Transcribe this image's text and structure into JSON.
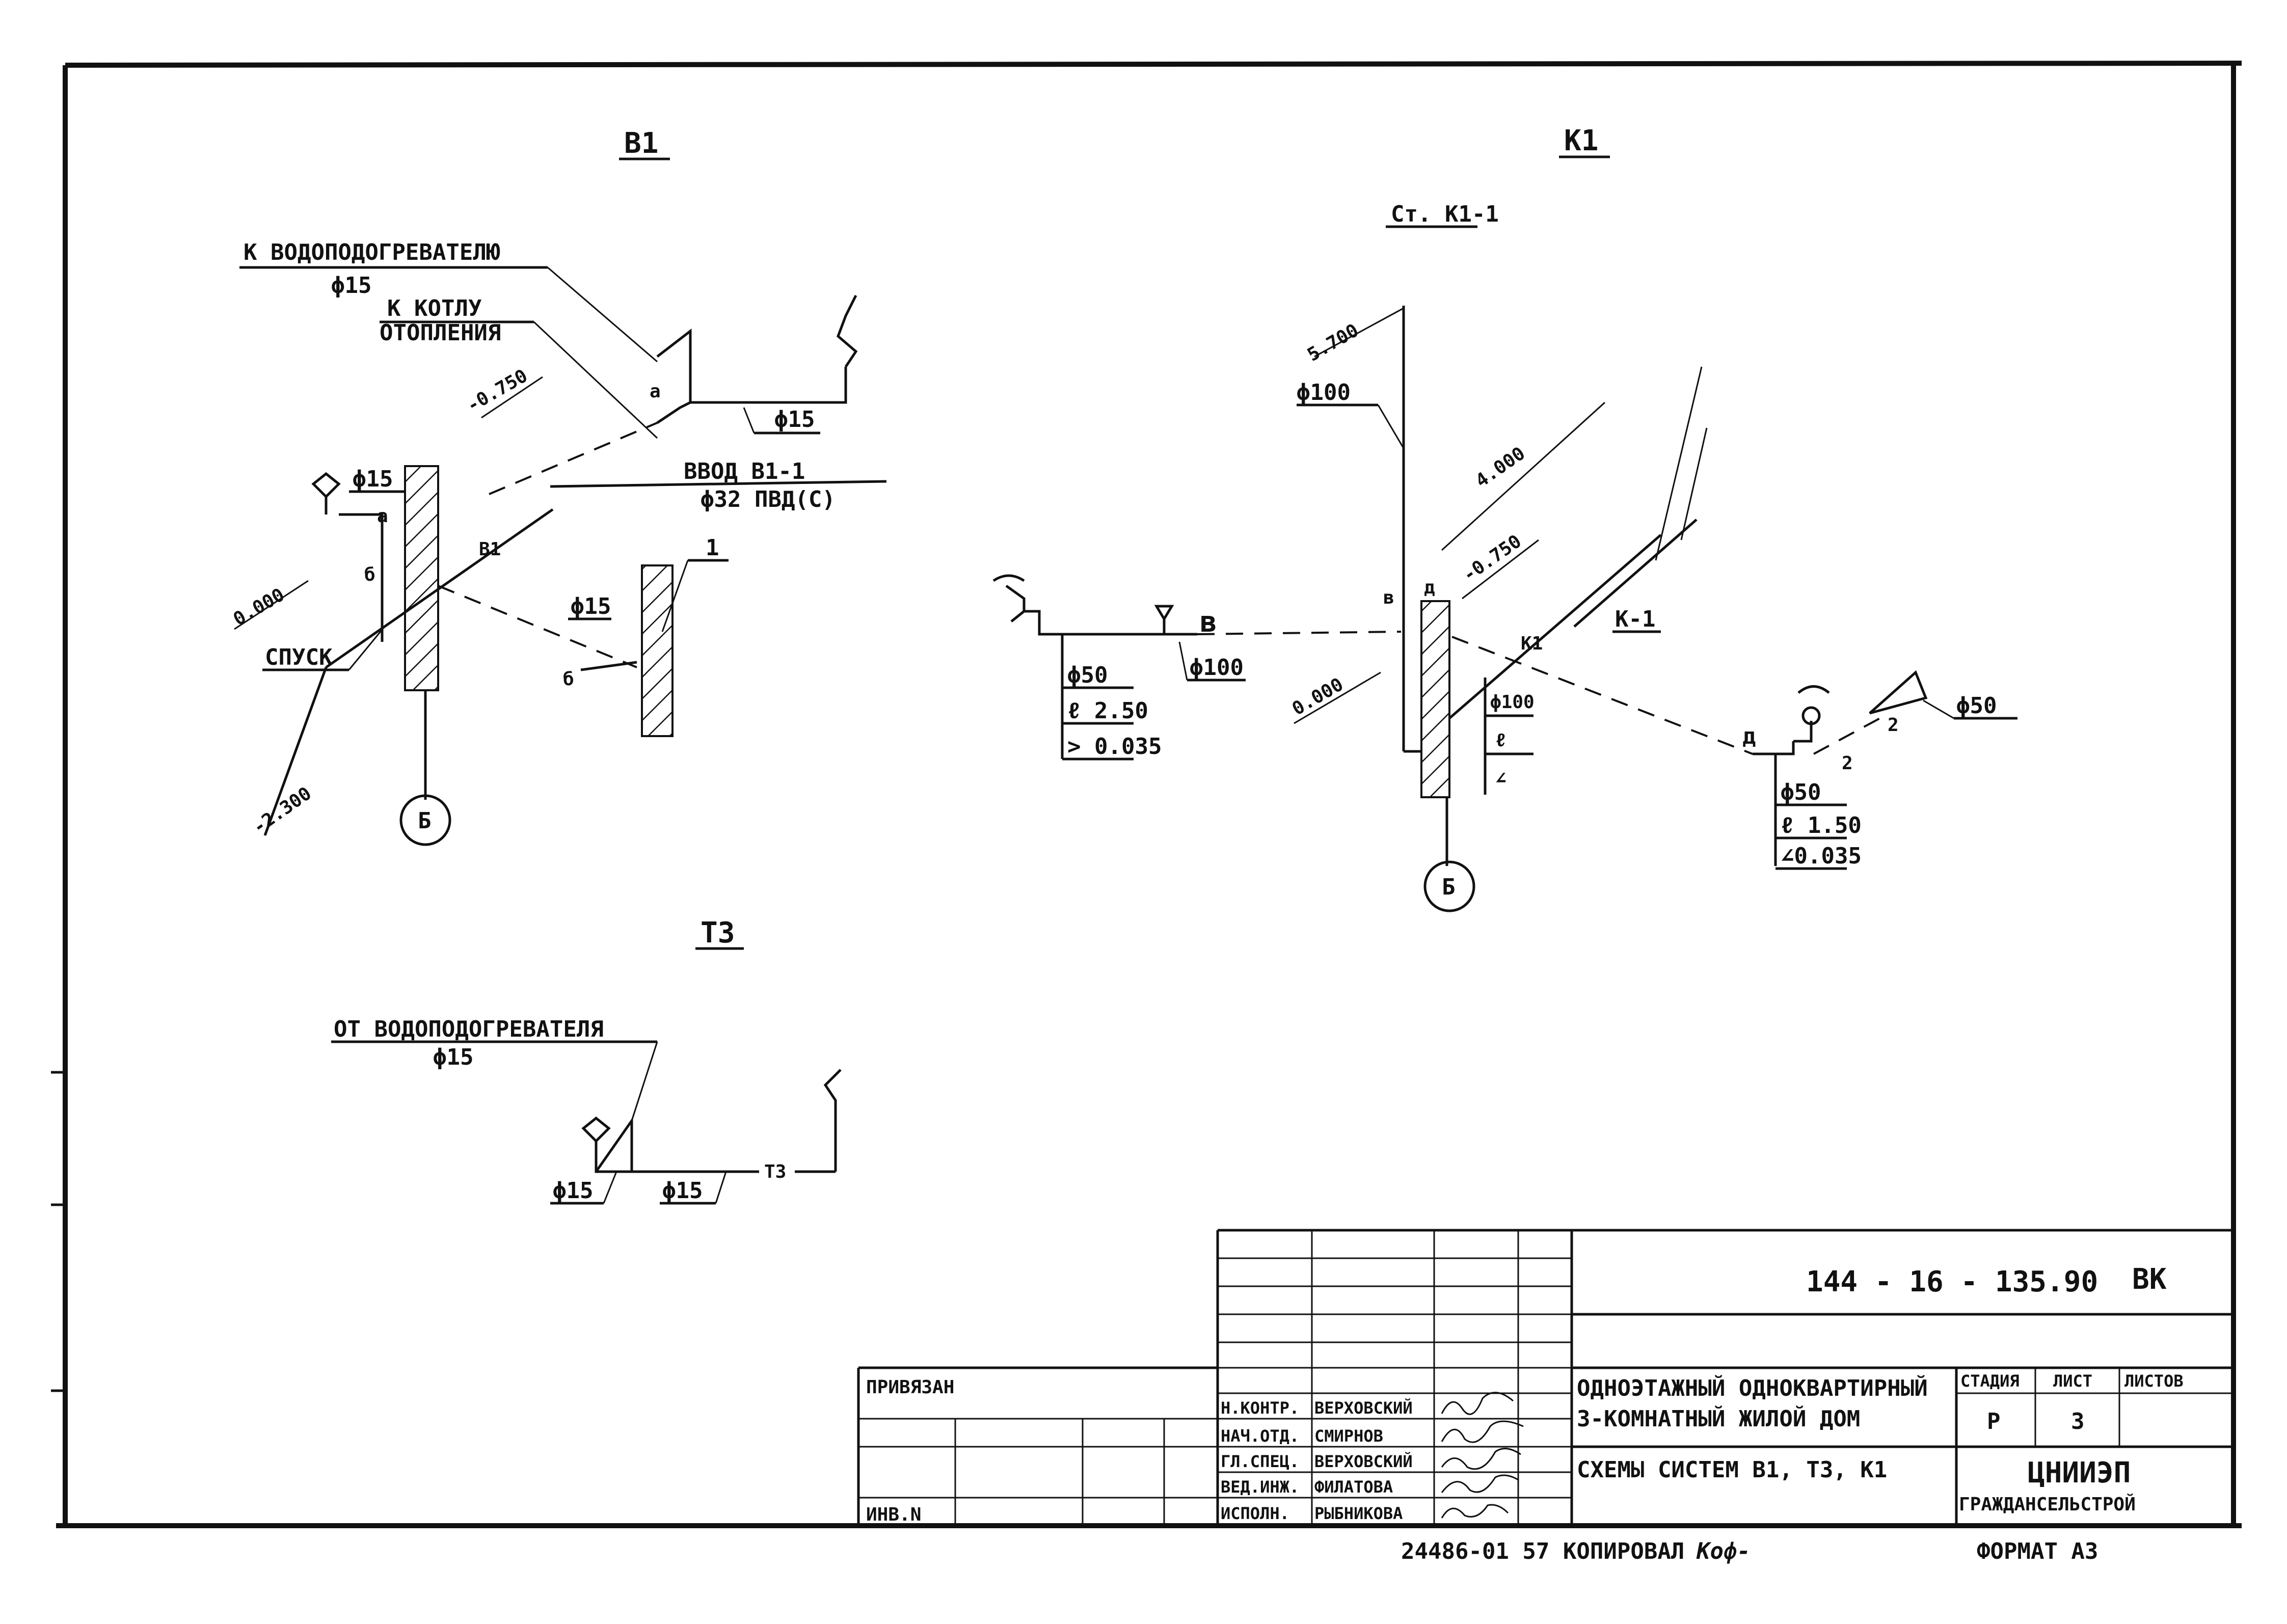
{
  "schemes": {
    "b1": {
      "title": "B1",
      "label_heater": "К ВОДОПОДОГРЕВАТЕЛЮ",
      "label_heater_dia": "ϕ15",
      "label_boiler_1": "К КОТЛУ",
      "label_boiler_2": "ОТОПЛЕНИЯ",
      "level_top": "-0.750",
      "input_label": "ВВОД В1-1",
      "input_dia": "ϕ32 ПВД(С)",
      "dia_a": "ϕ15",
      "dia_b": "ϕ15",
      "dia_c": "ϕ15",
      "level_zero": "0.000",
      "drain": "СПУСК",
      "level_bottom": "-2.300",
      "pipe_mark": "В1",
      "point_a": "а",
      "point_a2": "а",
      "point_b": "б",
      "point_b2": "б",
      "mark_1": "1",
      "axis": "Б"
    },
    "t3": {
      "title": "Т3",
      "label_from": "ОТ ВОДОПОДОГРЕВАТЕЛЯ",
      "label_from_dia": "ϕ15",
      "dia_left": "ϕ15",
      "dia_mid": "ϕ15",
      "pipe_mark": "Т3"
    },
    "k1": {
      "title": "К1",
      "riser": "Ст. К1-1",
      "level_top": "5.700",
      "dia_riser": "ϕ100",
      "length": "4.000",
      "level_mid": "-0.750",
      "level_zero": "0.000",
      "point_v": "в",
      "point_v2": "в",
      "point_d": "д",
      "point_d2": "д",
      "point_2": "2",
      "point_2b": "2",
      "pipe_mark": "К1",
      "outlet": "К-1",
      "dia_100": "ϕ100",
      "dia_50_right": "ϕ50",
      "vert_dia": "ϕ100",
      "vert_l": "ℓ",
      "vert_slope": "∠",
      "left_box": [
        "ϕ50",
        "ℓ 2.50",
        "> 0.035"
      ],
      "right_box": [
        "ϕ50",
        "ℓ 1.50",
        "∠0.035"
      ],
      "axis": "Б"
    }
  },
  "title_block": {
    "doc_code": "144 - 16 - 135.90",
    "section": "ВК",
    "attached": "ПРИВЯЗАН",
    "inv": "ИНВ.N",
    "roles": [
      {
        "role": "Н.КОНТР.",
        "name": "ВЕРХОВСКИЙ"
      },
      {
        "role": "НАЧ.ОТД.",
        "name": "СМИРНОВ"
      },
      {
        "role": "ГЛ.СПЕЦ.",
        "name": "ВЕРХОВСКИЙ"
      },
      {
        "role": "ВЕД.ИНЖ.",
        "name": "ФИЛАТОВА"
      },
      {
        "role": "ИСПОЛН.",
        "name": "РЫБНИКОВА"
      }
    ],
    "project_line1": "ОДНОЭТАЖНЫЙ ОДНОКВАРТИРНЫЙ",
    "project_line2": "3-КОМНАТНЫЙ ЖИЛОЙ ДОМ",
    "sheet_title": "СХЕМЫ СИСТЕМ В1, Т3, К1",
    "stage_h": "СТАДИЯ",
    "sheet_h": "ЛИСТ",
    "sheets_h": "ЛИСТОВ",
    "stage": "Р",
    "sheet": "3",
    "sheets": "",
    "org1": "ЦНИИЭП",
    "org2": "ГРАЖДАНСЕЛЬСТРОЙ"
  },
  "footer": {
    "copy_note": "24486-01  57  КОПИРОВАЛ",
    "copy_sign": "Коф-",
    "format": "ФОРМАТ А3"
  }
}
